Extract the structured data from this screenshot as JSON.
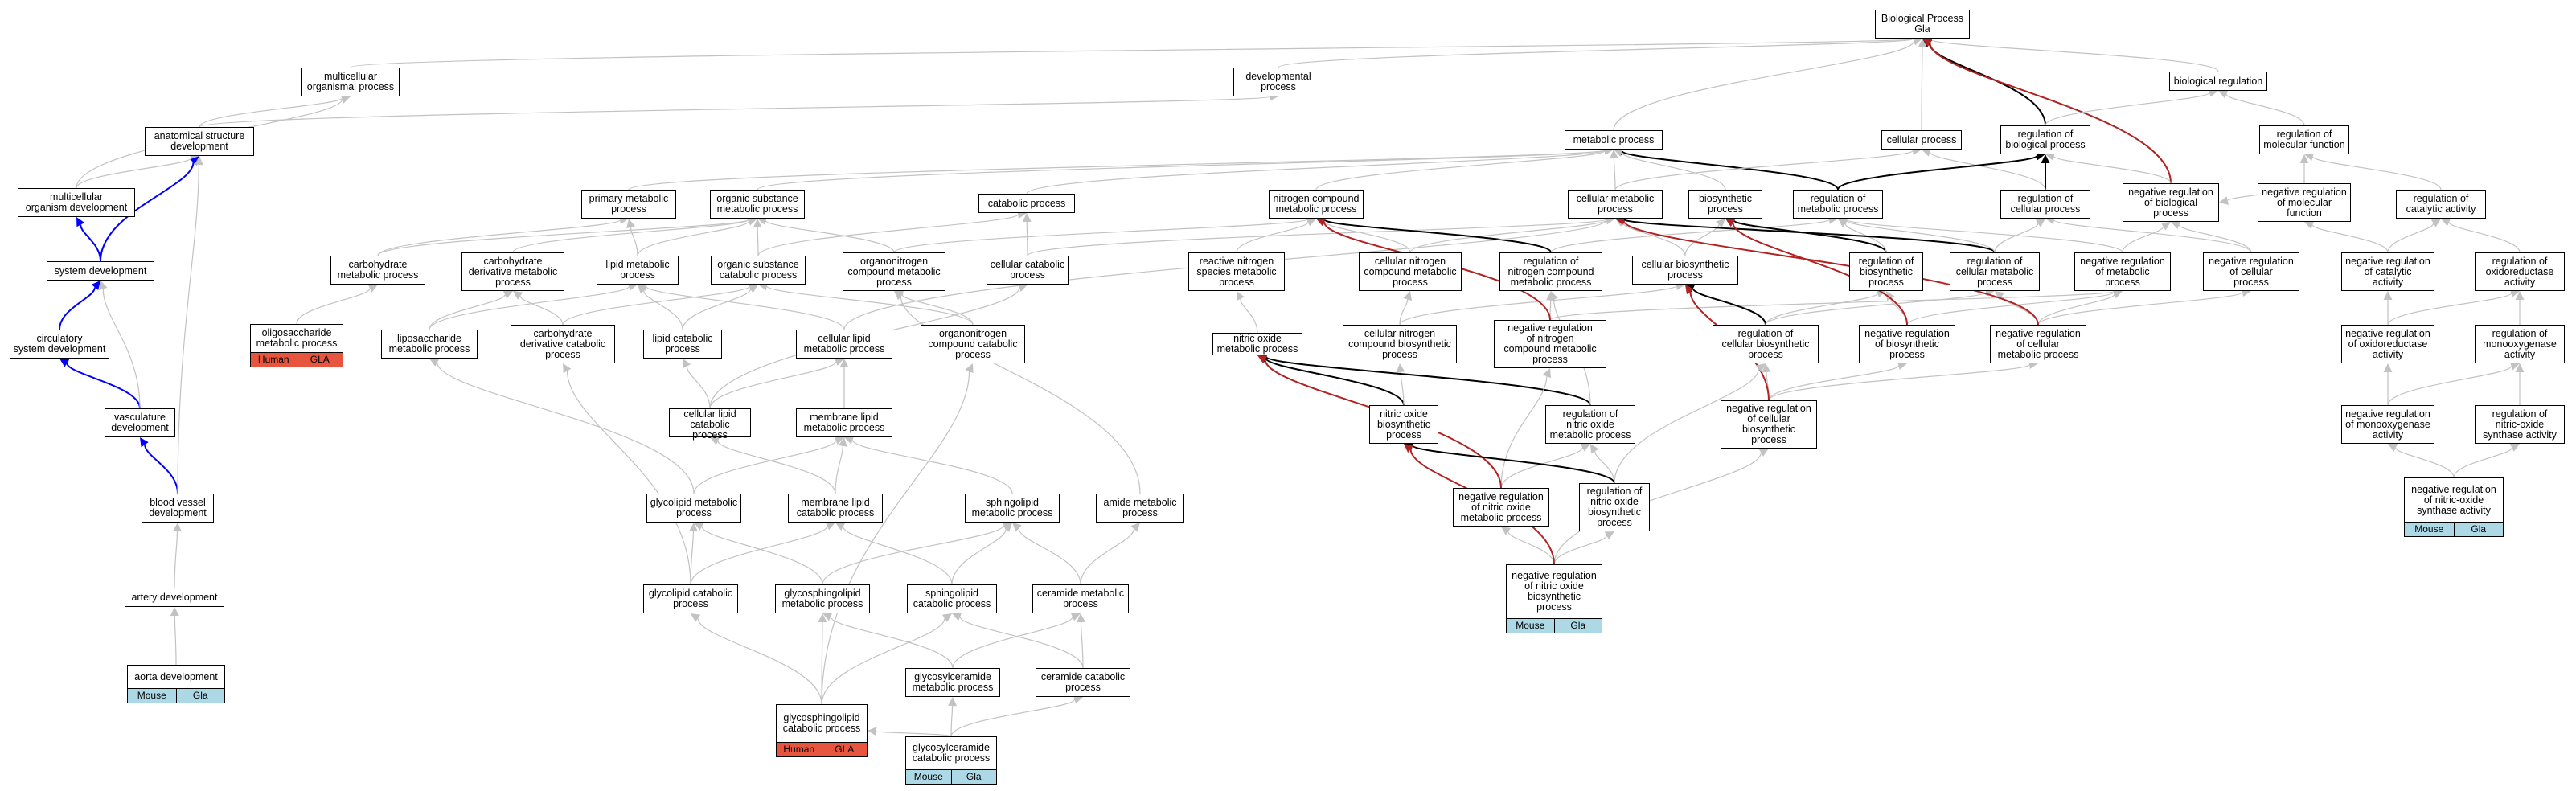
{
  "nodes": [
    {
      "id": "bp",
      "label": "Biological Process\nGla"
    },
    {
      "id": "bioreg",
      "label": "biological regulation"
    },
    {
      "id": "mcop",
      "label": "multicellular\norganismal process"
    },
    {
      "id": "devp",
      "label": "developmental\nprocess"
    },
    {
      "id": "asd",
      "label": "anatomical structure\ndevelopment"
    },
    {
      "id": "metp",
      "label": "metabolic process"
    },
    {
      "id": "cellp",
      "label": "cellular process"
    },
    {
      "id": "regbp",
      "label": "regulation of\nbiological process"
    },
    {
      "id": "regmf",
      "label": "regulation of\nmolecular function"
    },
    {
      "id": "mod",
      "label": "multicellular\norganism development"
    },
    {
      "id": "pmp",
      "label": "primary metabolic\nprocess"
    },
    {
      "id": "osmp",
      "label": "organic substance\nmetabolic process"
    },
    {
      "id": "catp",
      "label": "catabolic process"
    },
    {
      "id": "ncmp",
      "label": "nitrogen compound\nmetabolic process"
    },
    {
      "id": "cmp",
      "label": "cellular metabolic\nprocess"
    },
    {
      "id": "biosyn",
      "label": "biosynthetic\nprocess"
    },
    {
      "id": "regmp",
      "label": "regulation of\nmetabolic process"
    },
    {
      "id": "regcp",
      "label": "regulation of\ncellular process"
    },
    {
      "id": "negregbp",
      "label": "negative regulation\nof biological\nprocess"
    },
    {
      "id": "negregmf",
      "label": "negative regulation\nof molecular\nfunction"
    },
    {
      "id": "regca",
      "label": "regulation of\ncatalytic activity"
    },
    {
      "id": "sysdev",
      "label": "system development"
    },
    {
      "id": "chmp",
      "label": "carbohydrate\nmetabolic process"
    },
    {
      "id": "cdmp",
      "label": "carbohydrate\nderivative metabolic\nprocess"
    },
    {
      "id": "lmp",
      "label": "lipid metabolic\nprocess"
    },
    {
      "id": "oscp",
      "label": "organic substance\ncatabolic process"
    },
    {
      "id": "onmp",
      "label": "organonitrogen\ncompound metabolic\nprocess"
    },
    {
      "id": "ccp",
      "label": "cellular catabolic\nprocess"
    },
    {
      "id": "rnsmp",
      "label": "reactive nitrogen\nspecies metabolic\nprocess"
    },
    {
      "id": "cncmp",
      "label": "cellular nitrogen\ncompound metabolic\nprocess"
    },
    {
      "id": "rncmp",
      "label": "regulation of\nnitrogen compound\nmetabolic process"
    },
    {
      "id": "cbp",
      "label": "cellular biosynthetic\nprocess"
    },
    {
      "id": "regbsp",
      "label": "regulation of\nbiosynthetic\nprocess"
    },
    {
      "id": "regcmp",
      "label": "regulation of\ncellular metabolic\nprocess"
    },
    {
      "id": "nrmp",
      "label": "negative regulation\nof metabolic\nprocess"
    },
    {
      "id": "nrcp",
      "label": "negative regulation\nof cellular\nprocess"
    },
    {
      "id": "nrca",
      "label": "negative regulation\nof catalytic\nactivity"
    },
    {
      "id": "rora",
      "label": "regulation of\noxidoreductase\nactivity"
    },
    {
      "id": "osmp2",
      "label": "oligosaccharide\nmetabolic process",
      "ann": [
        "Human",
        "GLA"
      ],
      "annColor": "#e8553f"
    },
    {
      "id": "csd",
      "label": "circulatory\nsystem development"
    },
    {
      "id": "lsmp",
      "label": "liposaccharide\nmetabolic process"
    },
    {
      "id": "cdcp",
      "label": "carbohydrate\nderivative catabolic\nprocess"
    },
    {
      "id": "lcp",
      "label": "lipid catabolic\nprocess"
    },
    {
      "id": "clmp",
      "label": "cellular lipid\nmetabolic process"
    },
    {
      "id": "occp",
      "label": "organonitrogen\ncompound catabolic\nprocess"
    },
    {
      "id": "nomp",
      "label": "nitric oxide\nmetabolic process"
    },
    {
      "id": "cncbp",
      "label": "cellular nitrogen\ncompound biosynthetic\nprocess"
    },
    {
      "id": "nrncmp",
      "label": "negative regulation\nof nitrogen\ncompound metabolic\nprocess"
    },
    {
      "id": "rcbp",
      "label": "regulation of\ncellular biosynthetic\nprocess"
    },
    {
      "id": "nrbp",
      "label": "negative regulation\nof biosynthetic\nprocess"
    },
    {
      "id": "nrcmp",
      "label": "negative regulation\nof cellular\nmetabolic process"
    },
    {
      "id": "nroa",
      "label": "negative regulation\nof oxidoreductase\nactivity"
    },
    {
      "id": "rmoa",
      "label": "regulation of\nmonooxygenase\nactivity"
    },
    {
      "id": "vasc",
      "label": "vasculature\ndevelopment"
    },
    {
      "id": "clcp",
      "label": "cellular lipid\ncatabolic process"
    },
    {
      "id": "mlmp",
      "label": "membrane lipid\nmetabolic process"
    },
    {
      "id": "nobp",
      "label": "nitric oxide\nbiosynthetic\nprocess"
    },
    {
      "id": "rnomp",
      "label": "regulation of\nnitric oxide\nmetabolic process"
    },
    {
      "id": "nrcbp",
      "label": "negative regulation\nof cellular\nbiosynthetic\nprocess"
    },
    {
      "id": "nrmoa",
      "label": "negative regulation\nof monooxygenase\nactivity"
    },
    {
      "id": "rnosa",
      "label": "regulation of\nnitric-oxide\nsynthase activity"
    },
    {
      "id": "bvd",
      "label": "blood vessel\ndevelopment"
    },
    {
      "id": "glmp",
      "label": "glycolipid metabolic\nprocess"
    },
    {
      "id": "mlcp",
      "label": "membrane lipid\ncatabolic process"
    },
    {
      "id": "slmp",
      "label": "sphingolipid\nmetabolic process"
    },
    {
      "id": "amp",
      "label": "amide metabolic\nprocess"
    },
    {
      "id": "nrnomp",
      "label": "negative regulation\nof nitric oxide\nmetabolic process"
    },
    {
      "id": "rnobp",
      "label": "regulation of\nnitric oxide\nbiosynthetic\nprocess"
    },
    {
      "id": "nrnosa",
      "label": "negative regulation\nof nitric-oxide\nsynthase activity",
      "ann": [
        "Mouse",
        "Gla"
      ],
      "annColor": "#add8e6"
    },
    {
      "id": "artd",
      "label": "artery development"
    },
    {
      "id": "glcp",
      "label": "glycolipid catabolic\nprocess"
    },
    {
      "id": "gslmp",
      "label": "glycosphingolipid\nmetabolic process"
    },
    {
      "id": "slcp",
      "label": "sphingolipid\ncatabolic process"
    },
    {
      "id": "cermp",
      "label": "ceramide metabolic\nprocess"
    },
    {
      "id": "nrnobp",
      "label": "negative regulation\nof nitric oxide\nbiosynthetic\nprocess",
      "ann": [
        "Mouse",
        "Gla"
      ],
      "annColor": "#add8e6"
    },
    {
      "id": "aorta",
      "label": "aorta development",
      "ann": [
        "Mouse",
        "Gla"
      ],
      "annColor": "#add8e6"
    },
    {
      "id": "gslcp",
      "label": "glycosphingolipid\ncatabolic process",
      "ann": [
        "Human",
        "GLA"
      ],
      "annColor": "#e8553f"
    },
    {
      "id": "gcermp",
      "label": "glycosylceramide\nmetabolic process"
    },
    {
      "id": "cercp",
      "label": "ceramide catabolic\nprocess"
    },
    {
      "id": "gcercp",
      "label": "glycosylceramide\ncatabolic process",
      "ann": [
        "Mouse",
        "Gla"
      ],
      "annColor": "#add8e6"
    }
  ],
  "edges": [
    [
      "bioreg",
      "bp",
      "g"
    ],
    [
      "mcop",
      "bp",
      "g"
    ],
    [
      "devp",
      "bp",
      "g"
    ],
    [
      "metp",
      "bp",
      "g"
    ],
    [
      "cellp",
      "bp",
      "g"
    ],
    [
      "regbp",
      "bp",
      "k"
    ],
    [
      "negregbp",
      "bp",
      "r"
    ],
    [
      "asd",
      "devp",
      "g"
    ],
    [
      "asd",
      "mcop",
      "g"
    ],
    [
      "mod",
      "mcop",
      "g"
    ],
    [
      "mod",
      "asd",
      "g"
    ],
    [
      "sysdev",
      "asd",
      "b"
    ],
    [
      "sysdev",
      "mod",
      "b"
    ],
    [
      "csd",
      "sysdev",
      "b"
    ],
    [
      "vasc",
      "csd",
      "b"
    ],
    [
      "vasc",
      "sysdev",
      "g"
    ],
    [
      "bvd",
      "vasc",
      "b"
    ],
    [
      "bvd",
      "asd",
      "g"
    ],
    [
      "artd",
      "bvd",
      "g"
    ],
    [
      "aorta",
      "artd",
      "g"
    ],
    [
      "regbp",
      "bioreg",
      "g"
    ],
    [
      "regmf",
      "bioreg",
      "g"
    ],
    [
      "regcp",
      "regbp",
      "k"
    ],
    [
      "regcp",
      "cellp",
      "g"
    ],
    [
      "regmp",
      "regbp",
      "k"
    ],
    [
      "regmp",
      "metp",
      "k"
    ],
    [
      "negregbp",
      "regbp",
      "g"
    ],
    [
      "negregmf",
      "regmf",
      "g"
    ],
    [
      "negregmf",
      "negregbp",
      "g"
    ],
    [
      "regca",
      "regmf",
      "g"
    ],
    [
      "nrca",
      "regca",
      "g"
    ],
    [
      "nrca",
      "negregmf",
      "g"
    ],
    [
      "rora",
      "regca",
      "g"
    ],
    [
      "nroa",
      "rora",
      "g"
    ],
    [
      "nroa",
      "nrca",
      "g"
    ],
    [
      "rmoa",
      "rora",
      "g"
    ],
    [
      "nrmoa",
      "rmoa",
      "g"
    ],
    [
      "nrmoa",
      "nroa",
      "g"
    ],
    [
      "rnosa",
      "rmoa",
      "g"
    ],
    [
      "nrnosa",
      "nrmoa",
      "g"
    ],
    [
      "nrnosa",
      "rnosa",
      "g"
    ],
    [
      "pmp",
      "metp",
      "g"
    ],
    [
      "osmp",
      "metp",
      "g"
    ],
    [
      "catp",
      "metp",
      "g"
    ],
    [
      "ncmp",
      "metp",
      "g"
    ],
    [
      "cmp",
      "metp",
      "g"
    ],
    [
      "cmp",
      "cellp",
      "g"
    ],
    [
      "biosyn",
      "metp",
      "g"
    ],
    [
      "chmp",
      "pmp",
      "g"
    ],
    [
      "chmp",
      "osmp",
      "g"
    ],
    [
      "cdmp",
      "osmp",
      "g"
    ],
    [
      "lmp",
      "pmp",
      "g"
    ],
    [
      "lmp",
      "osmp",
      "g"
    ],
    [
      "oscp",
      "osmp",
      "g"
    ],
    [
      "oscp",
      "catp",
      "g"
    ],
    [
      "onmp",
      "osmp",
      "g"
    ],
    [
      "onmp",
      "ncmp",
      "g"
    ],
    [
      "ccp",
      "catp",
      "g"
    ],
    [
      "ccp",
      "cmp",
      "g"
    ],
    [
      "rnsmp",
      "ncmp",
      "g"
    ],
    [
      "cncmp",
      "ncmp",
      "g"
    ],
    [
      "cncmp",
      "cmp",
      "g"
    ],
    [
      "rncmp",
      "ncmp",
      "k"
    ],
    [
      "rncmp",
      "regmp",
      "g"
    ],
    [
      "cbp",
      "cmp",
      "g"
    ],
    [
      "cbp",
      "biosyn",
      "g"
    ],
    [
      "regbsp",
      "biosyn",
      "k"
    ],
    [
      "regbsp",
      "regmp",
      "g"
    ],
    [
      "regcmp",
      "cmp",
      "k"
    ],
    [
      "regcmp",
      "regmp",
      "g"
    ],
    [
      "regcmp",
      "regcp",
      "g"
    ],
    [
      "nrmp",
      "regmp",
      "g"
    ],
    [
      "nrmp",
      "negregbp",
      "g"
    ],
    [
      "nrcp",
      "regcp",
      "g"
    ],
    [
      "nrcp",
      "negregbp",
      "g"
    ],
    [
      "osmp2",
      "chmp",
      "g"
    ],
    [
      "lsmp",
      "cdmp",
      "g"
    ],
    [
      "lsmp",
      "lmp",
      "g"
    ],
    [
      "cdcp",
      "cdmp",
      "g"
    ],
    [
      "cdcp",
      "oscp",
      "g"
    ],
    [
      "lcp",
      "lmp",
      "g"
    ],
    [
      "lcp",
      "oscp",
      "g"
    ],
    [
      "clmp",
      "lmp",
      "g"
    ],
    [
      "clmp",
      "cmp",
      "g"
    ],
    [
      "occp",
      "onmp",
      "g"
    ],
    [
      "occp",
      "oscp",
      "g"
    ],
    [
      "nomp",
      "rnsmp",
      "g"
    ],
    [
      "cncbp",
      "cncmp",
      "g"
    ],
    [
      "cncbp",
      "cbp",
      "g"
    ],
    [
      "nrncmp",
      "rncmp",
      "g"
    ],
    [
      "nrncmp",
      "nrmp",
      "g"
    ],
    [
      "nrncmp",
      "ncmp",
      "r"
    ],
    [
      "rcbp",
      "cbp",
      "k"
    ],
    [
      "rcbp",
      "regbsp",
      "g"
    ],
    [
      "rcbp",
      "regcmp",
      "g"
    ],
    [
      "nrbp",
      "regbsp",
      "g"
    ],
    [
      "nrbp",
      "nrmp",
      "g"
    ],
    [
      "nrbp",
      "biosyn",
      "r"
    ],
    [
      "nrcmp",
      "regcmp",
      "g"
    ],
    [
      "nrcmp",
      "nrmp",
      "g"
    ],
    [
      "nrcmp",
      "nrcp",
      "g"
    ],
    [
      "nrcmp",
      "cmp",
      "r"
    ],
    [
      "clcp",
      "clmp",
      "g"
    ],
    [
      "clcp",
      "lcp",
      "g"
    ],
    [
      "clcp",
      "ccp",
      "g"
    ],
    [
      "mlmp",
      "clmp",
      "g"
    ],
    [
      "nobp",
      "nomp",
      "k"
    ],
    [
      "nobp",
      "cncbp",
      "g"
    ],
    [
      "rnomp",
      "nomp",
      "k"
    ],
    [
      "rnomp",
      "rncmp",
      "g"
    ],
    [
      "nrcbp",
      "rcbp",
      "g"
    ],
    [
      "nrcbp",
      "nrbp",
      "g"
    ],
    [
      "nrcbp",
      "nrcmp",
      "g"
    ],
    [
      "nrcbp",
      "cbp",
      "r"
    ],
    [
      "glmp",
      "lsmp",
      "g"
    ],
    [
      "glmp",
      "mlmp",
      "g"
    ],
    [
      "mlcp",
      "mlmp",
      "g"
    ],
    [
      "mlcp",
      "clcp",
      "g"
    ],
    [
      "slmp",
      "mlmp",
      "g"
    ],
    [
      "nrnomp",
      "rnomp",
      "g"
    ],
    [
      "nrnomp",
      "nrncmp",
      "g"
    ],
    [
      "nrnomp",
      "nomp",
      "r"
    ],
    [
      "rnobp",
      "nobp",
      "k"
    ],
    [
      "rnobp",
      "rnomp",
      "g"
    ],
    [
      "rnobp",
      "rcbp",
      "g"
    ],
    [
      "glcp",
      "glmp",
      "g"
    ],
    [
      "glcp",
      "cdcp",
      "g"
    ],
    [
      "glcp",
      "mlcp",
      "g"
    ],
    [
      "gslmp",
      "glmp",
      "g"
    ],
    [
      "gslmp",
      "slmp",
      "g"
    ],
    [
      "slcp",
      "slmp",
      "g"
    ],
    [
      "slcp",
      "mlcp",
      "g"
    ],
    [
      "cermp",
      "slmp",
      "g"
    ],
    [
      "cermp",
      "amp",
      "g"
    ],
    [
      "amp",
      "onmp",
      "g"
    ],
    [
      "nrnobp",
      "nrnomp",
      "g"
    ],
    [
      "nrnobp",
      "rnobp",
      "g"
    ],
    [
      "nrnobp",
      "nrcbp",
      "g"
    ],
    [
      "nrnobp",
      "nobp",
      "r"
    ],
    [
      "gslcp",
      "gslmp",
      "g"
    ],
    [
      "gslcp",
      "glcp",
      "g"
    ],
    [
      "gslcp",
      "slcp",
      "g"
    ],
    [
      "gslcp",
      "occp",
      "g"
    ],
    [
      "gcermp",
      "gslmp",
      "g"
    ],
    [
      "gcermp",
      "cermp",
      "g"
    ],
    [
      "cercp",
      "cermp",
      "g"
    ],
    [
      "cercp",
      "slcp",
      "g"
    ],
    [
      "gcercp",
      "gcermp",
      "g"
    ],
    [
      "gcercp",
      "cercp",
      "g"
    ],
    [
      "gcercp",
      "gslcp",
      "g"
    ]
  ],
  "colors": {
    "g": "#c2c2c2",
    "k": "#000000",
    "b": "#0000ff",
    "r": "#b22222"
  }
}
